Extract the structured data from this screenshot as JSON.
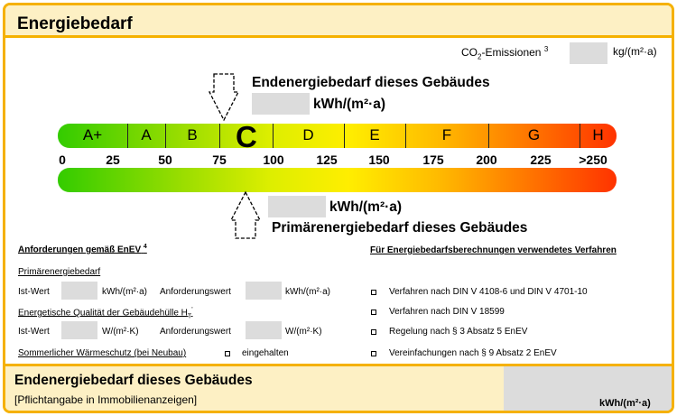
{
  "title": "Energiebedarf",
  "co2": {
    "label": "CO",
    "sub": "2",
    "label_rest": "-Emissionen ",
    "footnote": "3",
    "unit": "kg/(m²·a)"
  },
  "endenergie": {
    "title": "Endenergiebedarf dieses Gebäudes",
    "unit": "kWh/(m²·a)"
  },
  "scale": {
    "classes": [
      "A+",
      "A",
      "B",
      "C",
      "D",
      "E",
      "F",
      "G",
      "H"
    ],
    "highlight_class": "C",
    "ticks": [
      "0",
      "25",
      "50",
      "75",
      "100",
      "125",
      "150",
      "175",
      "200",
      "225",
      ">250"
    ]
  },
  "primaer": {
    "title": "Primärenergiebedarf dieses Gebäudes",
    "unit": "kWh/(m²·a)"
  },
  "anforderungen": {
    "heading": "Anforderungen gemäß EnEV",
    "heading_footnote": "4",
    "primaer_heading": "Primärenergiebedarf",
    "ist_label": "Ist-Wert",
    "unit_kwh": "kWh/(m²·a)",
    "anforderungswert_label": "Anforderungswert",
    "qual_heading": "Energetische Qualität der Gebäudehülle H",
    "qual_sub": "T",
    "qual_sup": "'",
    "unit_w": "W/(m²·K)",
    "sommer_label": "Sommerlicher Wärmeschutz (bei Neubau)",
    "eingehalten": "eingehalten"
  },
  "verfahren": {
    "heading": "Für Energiebedarfsberechnungen verwendetes Verfahren",
    "items": [
      "Verfahren nach DIN V 4108-6 und DIN V 4701-10",
      "Verfahren nach DIN V 18599",
      "Regelung nach § 3 Absatz 5 EnEV",
      "Vereinfachungen nach § 9 Absatz 2 EnEV"
    ]
  },
  "footer": {
    "title": "Endenergiebedarf dieses Gebäudes",
    "subtitle": "[Pflichtangabe in Immobilienanzeigen]",
    "unit": "kWh/(m²·a)"
  }
}
